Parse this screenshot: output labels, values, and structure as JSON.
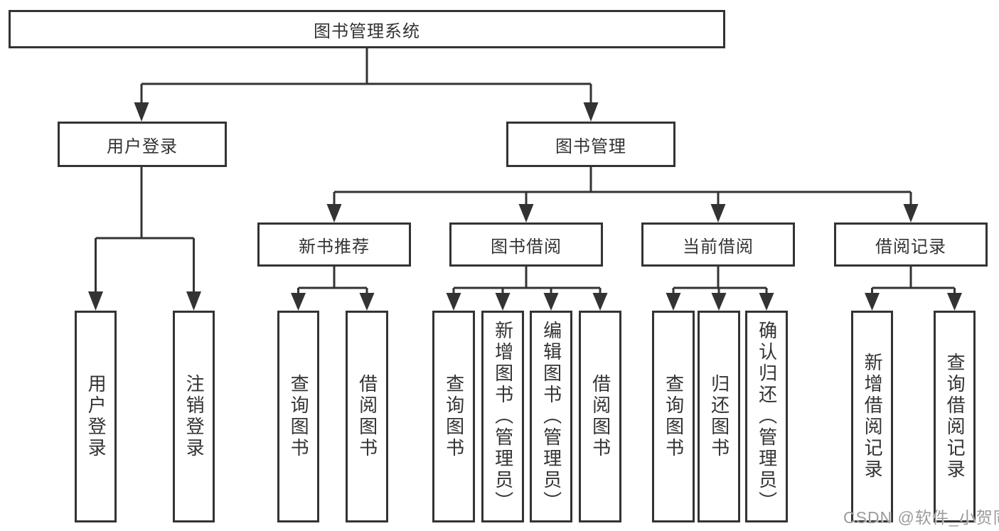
{
  "tree": {
    "label": "图书管理系统",
    "children": [
      {
        "label": "用户登录",
        "children": [
          {
            "label": "用户登录"
          },
          {
            "label": "注销登录"
          }
        ]
      },
      {
        "label": "图书管理",
        "children": [
          {
            "label": "新书推荐",
            "children": [
              {
                "label": "查询图书"
              },
              {
                "label": "借阅图书"
              }
            ]
          },
          {
            "label": "图书借阅",
            "children": [
              {
                "label": "查询图书"
              },
              {
                "label": "新增图书（管理员）"
              },
              {
                "label": "编辑图书（管理员）"
              },
              {
                "label": "借阅图书"
              }
            ]
          },
          {
            "label": "当前借阅",
            "children": [
              {
                "label": "查询图书"
              },
              {
                "label": "归还图书"
              },
              {
                "label": "确认归还（管理员）"
              }
            ]
          },
          {
            "label": "借阅记录",
            "children": [
              {
                "label": "新增借阅记录"
              },
              {
                "label": "查询借阅记录"
              }
            ]
          }
        ]
      }
    ]
  },
  "watermark": {
    "label": "CSDN @软件_小贺同学"
  },
  "colors": {
    "line": "#333333",
    "text": "#333333",
    "background": "#ffffff",
    "watermark_text": "#9b9b9b"
  }
}
